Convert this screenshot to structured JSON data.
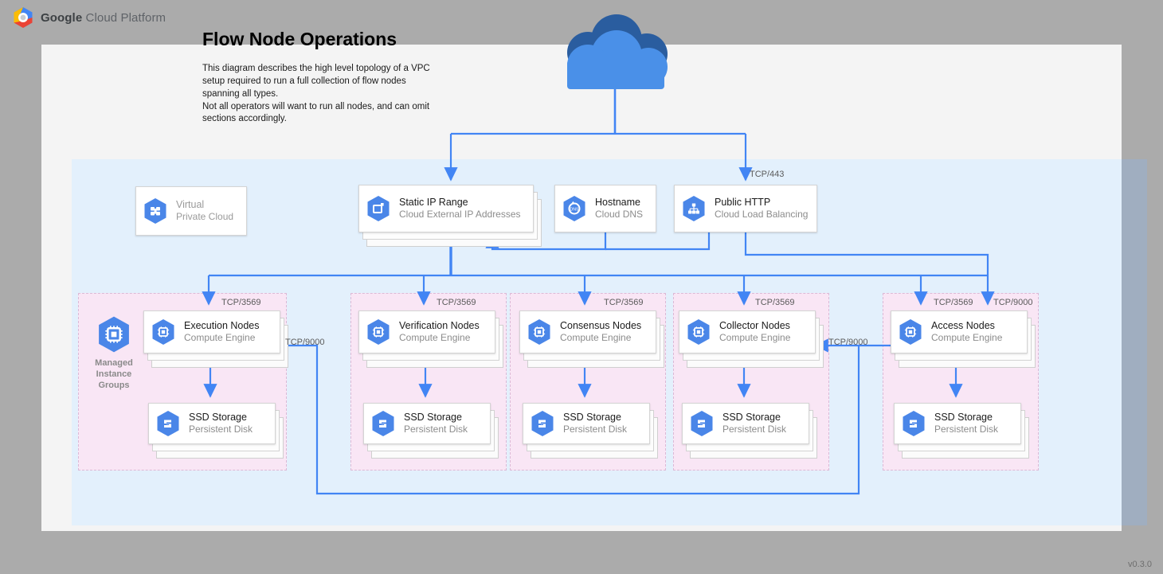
{
  "brand": {
    "prefix": "Google",
    "suffix": " Cloud Platform",
    "logo_icon": "gcp-hexagon-logo"
  },
  "header": {
    "title": "Flow Node Operations",
    "description": "This diagram describes the high level topology of a VPC setup required to run a full collection of flow nodes spanning all types.\nNot all operators will want to run all nodes, and can omit sections accordingly."
  },
  "version": "v0.3.0",
  "colors": {
    "page_background": "#ababab",
    "canvas": "#f4f4f4",
    "vpc_region": "#e3f0fc",
    "node_group": "#f9e6f5",
    "connector": "#4285f4",
    "gcp_blue": "#4285f4",
    "title_text": "#000000",
    "muted_text": "#8c8c8c"
  },
  "internet": {
    "icon": "cloud-icon",
    "label": ""
  },
  "network_boxes": [
    {
      "id": "vpc",
      "icon": "virtual-private-cloud-icon",
      "title": "Virtual",
      "subtitle": "Private Cloud",
      "style": "plain"
    },
    {
      "id": "static-ip",
      "icon": "cloud-external-ip-icon",
      "title": "Static IP Range",
      "subtitle": "Cloud External IP Addresses",
      "style": "stack"
    },
    {
      "id": "hostname",
      "icon": "cloud-dns-icon",
      "title": "Hostname",
      "subtitle": "Cloud DNS",
      "style": "single"
    },
    {
      "id": "public-http",
      "icon": "cloud-load-balancing-icon",
      "title": "Public HTTP",
      "subtitle": "Cloud Load Balancing",
      "style": "single"
    }
  ],
  "managed_instance_groups": {
    "icon": "managed-instance-groups-icon",
    "caption": "Managed\nInstance\nGroups"
  },
  "node_groups": [
    {
      "id": "execution",
      "node": {
        "icon": "compute-engine-icon",
        "title": "Execution Nodes",
        "subtitle": "Compute Engine"
      },
      "storage": {
        "icon": "persistent-disk-icon",
        "title": "SSD Storage",
        "subtitle": "Persistent Disk"
      }
    },
    {
      "id": "verification",
      "node": {
        "icon": "compute-engine-icon",
        "title": "Verification Nodes",
        "subtitle": "Compute Engine"
      },
      "storage": {
        "icon": "persistent-disk-icon",
        "title": "SSD Storage",
        "subtitle": "Persistent Disk"
      }
    },
    {
      "id": "consensus",
      "node": {
        "icon": "compute-engine-icon",
        "title": "Consensus Nodes",
        "subtitle": "Compute Engine"
      },
      "storage": {
        "icon": "persistent-disk-icon",
        "title": "SSD Storage",
        "subtitle": "Persistent Disk"
      }
    },
    {
      "id": "collector",
      "node": {
        "icon": "compute-engine-icon",
        "title": "Collector Nodes",
        "subtitle": "Compute Engine"
      },
      "storage": {
        "icon": "persistent-disk-icon",
        "title": "SSD Storage",
        "subtitle": "Persistent Disk"
      }
    },
    {
      "id": "access",
      "node": {
        "icon": "compute-engine-icon",
        "title": "Access Nodes",
        "subtitle": "Compute Engine"
      },
      "storage": {
        "icon": "persistent-disk-icon",
        "title": "SSD Storage",
        "subtitle": "Persistent Disk"
      }
    }
  ],
  "port_labels": [
    {
      "id": "lb-443",
      "text": "TCP/443"
    },
    {
      "id": "execution-3569",
      "text": "TCP/3569"
    },
    {
      "id": "verification-3569",
      "text": "TCP/3569"
    },
    {
      "id": "consensus-3569",
      "text": "TCP/3569"
    },
    {
      "id": "collector-3569",
      "text": "TCP/3569"
    },
    {
      "id": "access-3569",
      "text": "TCP/3569"
    },
    {
      "id": "access-9000",
      "text": "TCP/9000"
    },
    {
      "id": "collector-9000",
      "text": "TCP/9000"
    },
    {
      "id": "execution-9000",
      "text": "TCP/9000"
    }
  ]
}
